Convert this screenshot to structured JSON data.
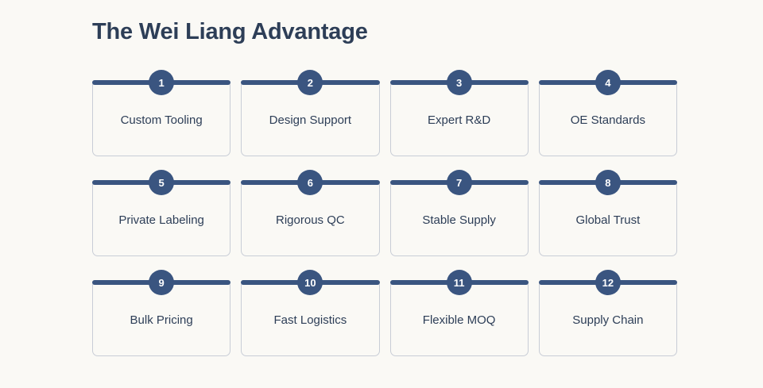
{
  "page": {
    "title": "The Wei Liang Advantage",
    "background_color": "#faf9f5",
    "accent_color": "#3a5580",
    "text_color": "#2d3e57",
    "card_border_color": "#c8cdd6"
  },
  "grid": {
    "columns": 4,
    "rows": 3,
    "cards": [
      {
        "number": "1",
        "label": "Custom Tooling"
      },
      {
        "number": "2",
        "label": "Design Support"
      },
      {
        "number": "3",
        "label": "Expert R&D"
      },
      {
        "number": "4",
        "label": "OE Standards"
      },
      {
        "number": "5",
        "label": "Private Labeling"
      },
      {
        "number": "6",
        "label": "Rigorous QC"
      },
      {
        "number": "7",
        "label": "Stable Supply"
      },
      {
        "number": "8",
        "label": "Global Trust"
      },
      {
        "number": "9",
        "label": "Bulk Pricing"
      },
      {
        "number": "10",
        "label": "Fast Logistics"
      },
      {
        "number": "11",
        "label": "Flexible MOQ"
      },
      {
        "number": "12",
        "label": "Supply Chain"
      }
    ]
  }
}
